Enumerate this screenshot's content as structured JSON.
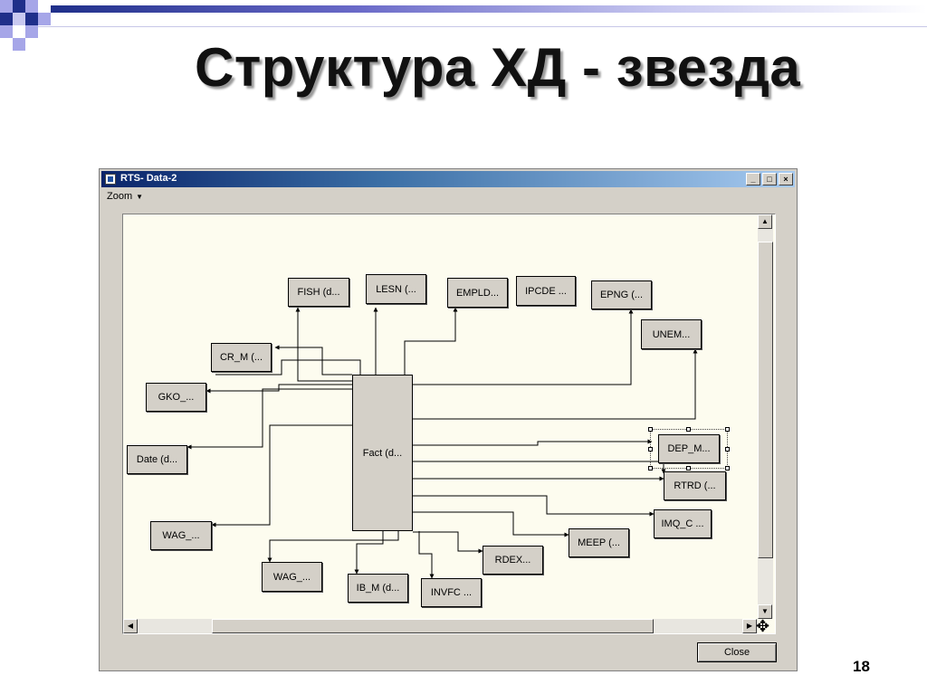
{
  "slide": {
    "title": "Структура ХД - звезда",
    "page_number": "18",
    "decor_colors": {
      "navy": "#1f2f8a",
      "lavender": "#a6a6e8"
    }
  },
  "window": {
    "title": "RTS- Data-2",
    "buttons": {
      "minimize": "_",
      "maximize": "□",
      "close": "×"
    },
    "menu": {
      "zoom_label": "Zoom",
      "zoom_caret": "▼"
    },
    "close_button_label": "Close"
  },
  "diagram": {
    "fact_label": "Fact (d...",
    "dimensions": {
      "fish": "FISH (d...",
      "lesn": "LESN (...",
      "empld": "EMPLD...",
      "ipcde": "IPCDE ...",
      "epng": "EPNG (...",
      "unem": "UNEM...",
      "cr_m": "CR_M (...",
      "gko": "GKO_...",
      "date": "Date (d...",
      "wag_left": "WAG_...",
      "wag_bottom": "WAG_...",
      "ib_m": "IB_M (d...",
      "invfc": "INVFC ...",
      "rdex": "RDEX...",
      "meep": "MEEP (...",
      "imq_c": "IMQ_C ...",
      "rtrd": "RTRD (...",
      "dep_m": "DEP_M..."
    }
  }
}
